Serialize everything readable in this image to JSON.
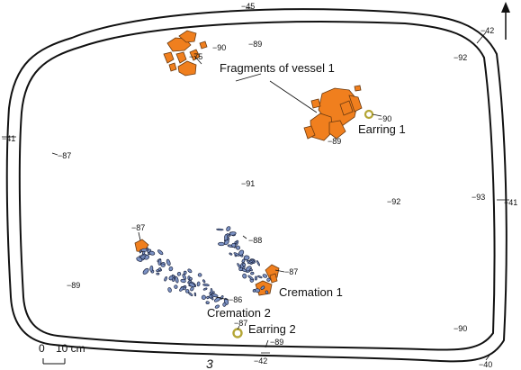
{
  "figure_number": "3",
  "labels": {
    "fragments": "Fragments of vessel 1",
    "earring1": "Earring 1",
    "earring2": "Earring 2",
    "cremation1": "Cremation  1",
    "cremation2": "Cremation  2"
  },
  "depths": {
    "top_outer": "−45",
    "top_inner": "−89",
    "vessel_top_left": "−75",
    "vessel_top_right": "−90",
    "top_right_outer": "−42",
    "top_right_inner": "−92",
    "left_outer": "−41",
    "left_inner": "−87",
    "earring1": "−90",
    "vessel_bottom": "−89",
    "center": "−91",
    "right_center": "−92",
    "right_inner": "−93",
    "right_outer": "−41",
    "cremation_upper": "−87",
    "cremation2_mid": "−88",
    "cremation1_right": "−87",
    "cremation2_low": "−86",
    "left_low": "−89",
    "earring2": "−87",
    "bottom_inner": "−89",
    "bottom_outer": "−42",
    "bottom_right_inner": "−90",
    "bottom_right_outer": "−40"
  },
  "scale": {
    "zero": "0",
    "length": "10 cm"
  },
  "colors": {
    "orange": "#f07f1e",
    "orange_stroke": "#6b3a10",
    "blue": "#7c92c4",
    "blue_stroke": "#1c2540",
    "earring": "#b4a636",
    "line": "#111111"
  }
}
